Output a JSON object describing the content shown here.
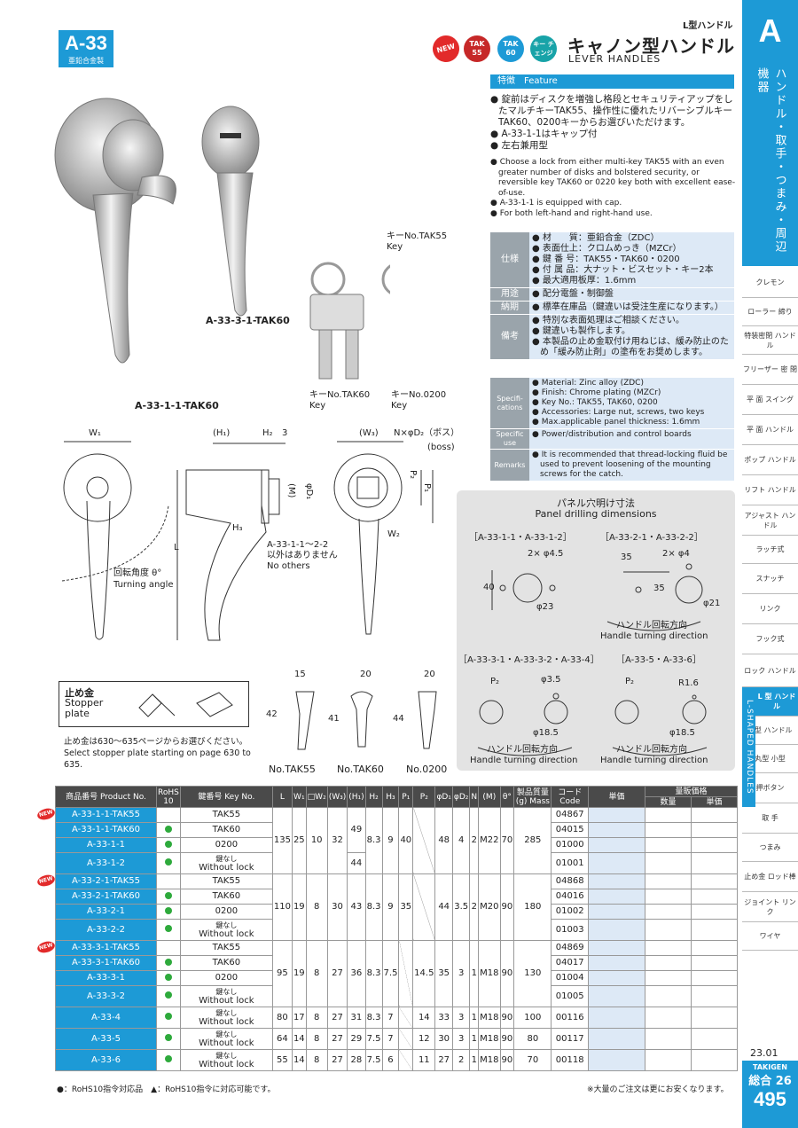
{
  "header": {
    "code": "A-33",
    "material": "亜鉛合金製",
    "category_top": "L型ハンドル",
    "title_jp": "キャノン型ハンドル",
    "title_en": "LEVER  HANDLES",
    "badges": [
      "NEW",
      "TAK 55",
      "TAK 60",
      "キー チェンジ"
    ]
  },
  "sidebar": {
    "letter": "A",
    "title": "ハンドル・取手・つまみ・周辺機器",
    "items": [
      "クレモン",
      "ローラー 締り",
      "特装密閉 ハンドル",
      "フリーザー 密 閉",
      "平 面 スイング",
      "平 面 ハンドル",
      "ポップ ハンドル",
      "リフト ハンドル",
      "アジャスト ハンドル",
      "ラッチ式",
      "スナッチ",
      "リンク",
      "フック式",
      "ロック ハンドル",
      "L 型 ハンドル",
      "T 型 ハンドル",
      "丸型 小型",
      "押ボタン",
      "取 手",
      "つまみ",
      "止め金 ロッド棒",
      "ジョイント リンク",
      "ワイヤ"
    ],
    "active_label": "L-SHAPED HANDLES"
  },
  "feature": {
    "head": "特徴　Feature",
    "jp": [
      "錠前はディスクを増強し格段とセキュリティアップをしたマルチキーTAK55、操作性に優れたリバーシブルキーTAK60、0200キーからお選びいただけます。",
      "A-33-1-1はキャップ付",
      "左右兼用型"
    ],
    "en": [
      "Choose a lock from either multi-key TAK55 with an even greater number of disks and bolstered security, or reversible key TAK60 or 0220 key both with excellent ease-of-use.",
      "A-33-1-1 is equipped with cap.",
      "For both left-hand and right-hand use."
    ]
  },
  "spec_jp": [
    {
      "label": "仕様",
      "lines": [
        "材　　質：亜鉛合金（ZDC）",
        "表面仕上：クロムめっき（MZCr）",
        "鍵 番 号：TAK55・TAK60・0200",
        "付 属 品：大ナット・ビスセット・キー2本",
        "最大適用板厚：1.6mm"
      ]
    },
    {
      "label": "用途",
      "lines": [
        "配分電盤・制御盤"
      ]
    },
    {
      "label": "納期",
      "lines": [
        "標準在庫品（鍵違いは受注生産になります。）"
      ]
    },
    {
      "label": "備考",
      "lines": [
        "特別な表面処理はご相談ください。",
        "鍵違いも製作します。",
        "本製品の止め金取付け用ねじは、緩み防止のため「緩み防止剤」の塗布をお奨めします。"
      ]
    }
  ],
  "spec_en": [
    {
      "label": "Specifi-cations",
      "lines": [
        "Material: Zinc alloy (ZDC)",
        "Finish: Chrome plating (MZCr)",
        "Key No.: TAK55, TAK60, 0200",
        "Accessories: Large nut, screws, two keys",
        "Max.applicable panel thickness: 1.6mm"
      ]
    },
    {
      "label": "Specific use",
      "lines": [
        "Power/distribution and control boards"
      ]
    },
    {
      "label": "Remarks",
      "lines": [
        "It is recommended that thread-locking fluid be used to prevent loosening of the mounting screws for the catch."
      ]
    }
  ],
  "photos": {
    "key55": "キーNo.TAK55\nKey",
    "cap33": "A-33-3-1-TAK60",
    "cap11": "A-33-1-1-TAK60",
    "key60": "キーNo.TAK60\nKey",
    "key0200": "キーNo.0200\nKey"
  },
  "drawing": {
    "w1": "W₁",
    "h1": "(H₁)",
    "h2": "H₂",
    "three": "3",
    "w3": "(W₃)",
    "nd2": "N×φD₂（ボス）",
    "boss": "(boss)",
    "m": "(M)",
    "d1": "φD₁",
    "p2": "P₂",
    "p1": "P₁",
    "h3": "H₃",
    "w2": "W₂",
    "L": "L",
    "note_jp": "A-33-1-1～2-2\n以外はありません",
    "note_en": "No others",
    "angle_jp": "回転角度 θ°",
    "angle_en": "Turning angle"
  },
  "panel": {
    "title_jp": "パネル穴明け寸法",
    "title_en": "Panel drilling dimensions",
    "g1": "［A-33-1-1・A-33-1-2］",
    "g2": "［A-33-2-1・A-33-2-2］",
    "g3": "［A-33-3-1・A-33-3-2・A-33-4］",
    "g4": "［A-33-5・A-33-6］",
    "d45": "2× φ4.5",
    "d4": "2× φ4",
    "d23": "φ23",
    "d21": "φ21",
    "forty": "40",
    "thirtyfive": "35",
    "d35": "φ3.5",
    "d185": "φ18.5",
    "r16": "R1.6",
    "p2": "P₂",
    "turn_jp": "ハンドル回転方向",
    "turn_en": "Handle turning direction"
  },
  "keys": {
    "n55": "No.TAK55",
    "n60": "No.TAK60",
    "n0200": "No.0200",
    "d15": "15",
    "d20": "20",
    "d42": "42",
    "d41": "41",
    "d44": "44"
  },
  "stopper": {
    "title_jp": "止め金",
    "title_en": "Stopper plate",
    "note_jp": "止め金は630～635ページからお選びください。",
    "note_en": "Select stopper plate starting on page 630 to 635."
  },
  "table": {
    "headers": [
      "商品番号 Product No.",
      "RoHS 10",
      "鍵番号 Key No.",
      "L",
      "W₁",
      "□W₂",
      "(W₃)",
      "(H₁)",
      "H₂",
      "H₃",
      "P₁",
      "P₂",
      "φD₁",
      "φD₂",
      "N",
      "(M)",
      "θ°",
      "製品質量(g) Mass",
      "コード Code",
      "単価",
      "量販価格"
    ],
    "sub_headers": [
      "数量",
      "単価"
    ],
    "rows": [
      {
        "pno": "A-33-1-1-TAK55",
        "new": true,
        "rohs": false,
        "key": "TAK55",
        "code": "04867"
      },
      {
        "pno": "A-33-1-1-TAK60",
        "new": false,
        "rohs": true,
        "key": "TAK60",
        "code": "04015"
      },
      {
        "pno": "A-33-1-1",
        "new": false,
        "rohs": true,
        "key": "0200",
        "code": "01000"
      },
      {
        "pno": "A-33-1-2",
        "new": false,
        "rohs": true,
        "key": "鍵なし Without lock",
        "code": "01001"
      },
      {
        "pno": "A-33-2-1-TAK55",
        "new": true,
        "rohs": false,
        "key": "TAK55",
        "code": "04868"
      },
      {
        "pno": "A-33-2-1-TAK60",
        "new": false,
        "rohs": true,
        "key": "TAK60",
        "code": "04016"
      },
      {
        "pno": "A-33-2-1",
        "new": false,
        "rohs": true,
        "key": "0200",
        "code": "01002"
      },
      {
        "pno": "A-33-2-2",
        "new": false,
        "rohs": true,
        "key": "鍵なし Without lock",
        "code": "01003"
      },
      {
        "pno": "A-33-3-1-TAK55",
        "new": true,
        "rohs": false,
        "key": "TAK55",
        "code": "04869"
      },
      {
        "pno": "A-33-3-1-TAK60",
        "new": false,
        "rohs": true,
        "key": "TAK60",
        "code": "04017"
      },
      {
        "pno": "A-33-3-1",
        "new": false,
        "rohs": true,
        "key": "0200",
        "code": "01004"
      },
      {
        "pno": "A-33-3-2",
        "new": false,
        "rohs": true,
        "key": "鍵なし Without lock",
        "code": "01005"
      },
      {
        "pno": "A-33-4",
        "new": false,
        "rohs": true,
        "key": "鍵なし Without lock",
        "code": "00116"
      },
      {
        "pno": "A-33-5",
        "new": false,
        "rohs": true,
        "key": "鍵なし Without lock",
        "code": "00117"
      },
      {
        "pno": "A-33-6",
        "new": false,
        "rohs": true,
        "key": "鍵なし Without lock",
        "code": "00118"
      }
    ],
    "groups": [
      {
        "start": 0,
        "span": 4,
        "L": "135",
        "W1": "25",
        "W2": "10",
        "W3": "32",
        "H1a": "49",
        "H1b": "44",
        "H2": "8.3",
        "H3": "9",
        "P1": "40",
        "P2": "",
        "D1": "48",
        "D2": "4",
        "N": "2",
        "M": "M22",
        "th": "70",
        "mass": "285"
      },
      {
        "start": 4,
        "span": 4,
        "L": "110",
        "W1": "19",
        "W2": "8",
        "W3": "30",
        "H1a": "43",
        "H1b": "",
        "H2": "8.3",
        "H3": "9",
        "P1": "35",
        "P2": "",
        "D1": "44",
        "D2": "3.5",
        "N": "2",
        "M": "M20",
        "th": "90",
        "mass": "180"
      },
      {
        "start": 8,
        "span": 4,
        "L": "95",
        "W1": "19",
        "W2": "8",
        "W3": "27",
        "H1a": "36",
        "H1b": "",
        "H2": "8.3",
        "H3": "7.5",
        "P1": "",
        "P2": "14.5",
        "D1": "35",
        "D2": "3",
        "N": "1",
        "M": "M18",
        "th": "90",
        "mass": "130"
      },
      {
        "start": 12,
        "span": 1,
        "L": "80",
        "W1": "17",
        "W2": "8",
        "W3": "27",
        "H1a": "31",
        "H1b": "",
        "H2": "8.3",
        "H3": "7",
        "P1": "",
        "P2": "14",
        "D1": "33",
        "D2": "3",
        "N": "1",
        "M": "M18",
        "th": "90",
        "mass": "100"
      },
      {
        "start": 13,
        "span": 1,
        "L": "64",
        "W1": "14",
        "W2": "8",
        "W3": "27",
        "H1a": "29",
        "H1b": "",
        "H2": "7.5",
        "H3": "7",
        "P1": "",
        "P2": "12",
        "D1": "30",
        "D2": "3",
        "N": "1",
        "M": "M18",
        "th": "90",
        "mass": "80"
      },
      {
        "start": 14,
        "span": 1,
        "L": "55",
        "W1": "14",
        "W2": "8",
        "W3": "27",
        "H1a": "28",
        "H1b": "",
        "H2": "7.5",
        "H3": "6",
        "P1": "",
        "P2": "11",
        "D1": "27",
        "D2": "2",
        "N": "1",
        "M": "M18",
        "th": "90",
        "mass": "70"
      }
    ]
  },
  "footer": {
    "left": "●：RoHS10指令対応品　▲：RoHS10指令に対応可能です。",
    "right": "※大量のご注文は更にお安くなります。",
    "date": "23.01",
    "brand": "TAKIGEN",
    "volume": "総合 26",
    "page": "495"
  },
  "colors": {
    "accent": "#1d9ad6",
    "new": "#e22a2a",
    "rohs": "#2eaa3c",
    "spec_bg": "#dde9f6",
    "label_bg": "#9aa4ab"
  }
}
